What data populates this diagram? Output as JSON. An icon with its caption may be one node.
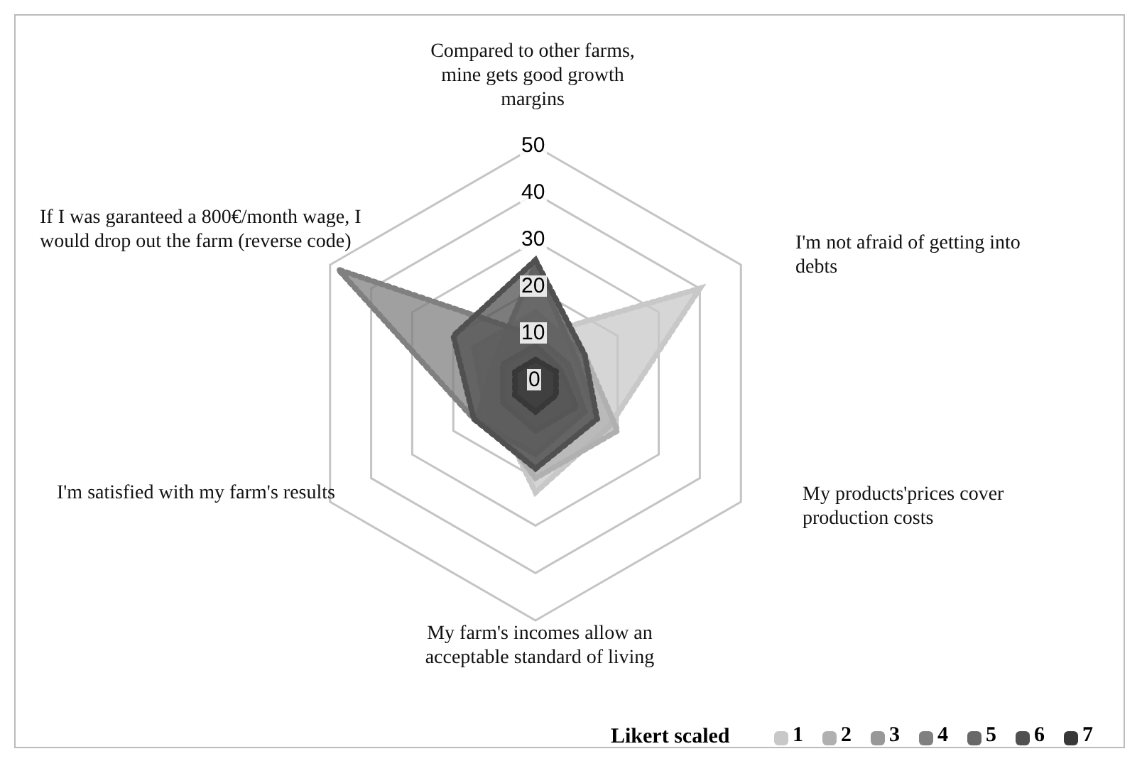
{
  "diagram": {
    "labels": [
      "Compared to other farms, mine gets good growth margins",
      "50",
      "40",
      "If I was garanteed a 800€/month wage, I would drop out the farm  (reverse code)",
      "I'm not afraid of getting into debts",
      "30",
      "20",
      "10",
      "0",
      "I'm satisfied with my farm's results",
      "My products'prices cover production costs",
      "My farm's incomes allow an acceptable standard of living",
      "Likert  scaled"
    ],
    "legend": [
      {
        "text": "1",
        "color": "#c8c8c8"
      },
      {
        "text": "2",
        "color": "#b0b0b0"
      },
      {
        "text": "3",
        "color": "#989898"
      },
      {
        "text": "4",
        "color": "#808080"
      },
      {
        "text": "5",
        "color": "#686868"
      },
      {
        "text": "6",
        "color": "#505050"
      },
      {
        "text": "7",
        "color": "#383838"
      }
    ]
  }
}
